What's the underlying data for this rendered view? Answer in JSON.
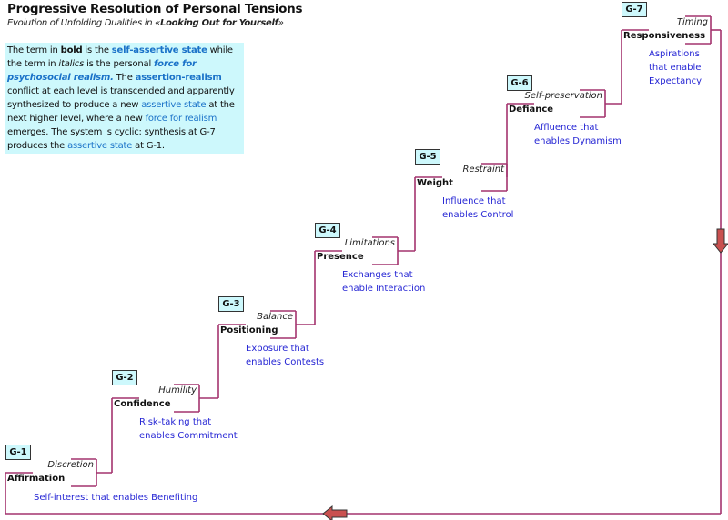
{
  "title": "Progressive Resolution of Personal Tensions",
  "subtitle": {
    "prefix": "Evolution of Unfolding Dualities in «",
    "book": "Looking Out for Yourself",
    "suffix": "»"
  },
  "intro": [
    {
      "t": "The term in ",
      "s": ""
    },
    {
      "t": "bold",
      "s": "b"
    },
    {
      "t": " is the ",
      "s": ""
    },
    {
      "t": "self-assertive state",
      "s": "hlb"
    },
    {
      "t": " while the term in ",
      "s": ""
    },
    {
      "t": "italics",
      "s": "i"
    },
    {
      "t": "  is the personal ",
      "s": ""
    },
    {
      "t": "force for psychosocial realism.",
      "s": "hli"
    },
    {
      "t": "  The ",
      "s": ""
    },
    {
      "t": "assertion-realism",
      "s": "hlb"
    },
    {
      "t": " conflict at each level is transcended and apparently synthesized to produce a new ",
      "s": ""
    },
    {
      "t": "assertive state",
      "s": "hl"
    },
    {
      "t": "  at the next higher level, where a new ",
      "s": ""
    },
    {
      "t": "force for realism",
      "s": "hl"
    },
    {
      "t": "  emerges. The system is cyclic: synthesis at G-7 produces the ",
      "s": ""
    },
    {
      "t": "assertive state",
      "s": "hl"
    },
    {
      "t": " at G-1.",
      "s": ""
    }
  ],
  "levels": [
    {
      "id": "G-1",
      "state": "Affirmation",
      "force": "Discretion",
      "desc": [
        "Self-interest that enables Benefiting"
      ]
    },
    {
      "id": "G-2",
      "state": "Confidence",
      "force": "Humility",
      "desc": [
        "Risk-taking that",
        "enables Commitment"
      ]
    },
    {
      "id": "G-3",
      "state": "Positioning",
      "force": "Balance",
      "desc": [
        "Exposure that",
        "enables Contests"
      ]
    },
    {
      "id": "G-4",
      "state": "Presence",
      "force": "Limitations",
      "desc": [
        "Exchanges  that",
        "enable Interaction"
      ]
    },
    {
      "id": "G-5",
      "state": "Weight",
      "force": "Restraint",
      "desc": [
        "Influence that",
        "enables Control"
      ]
    },
    {
      "id": "G-6",
      "state": "Defiance",
      "force": "Self-preservation",
      "desc": [
        "Affluence that",
        "enables Dynamism"
      ]
    },
    {
      "id": "G-7",
      "state": "Responsiveness",
      "force": "Timing",
      "desc": [
        "Aspirations",
        "that enable",
        "Expectancy"
      ]
    }
  ],
  "colors": {
    "line": "#a3336e",
    "arrow": "#c9504f",
    "box": "#cdf8fc",
    "highlight": "#1a72c8",
    "desc": "#2626d4"
  }
}
